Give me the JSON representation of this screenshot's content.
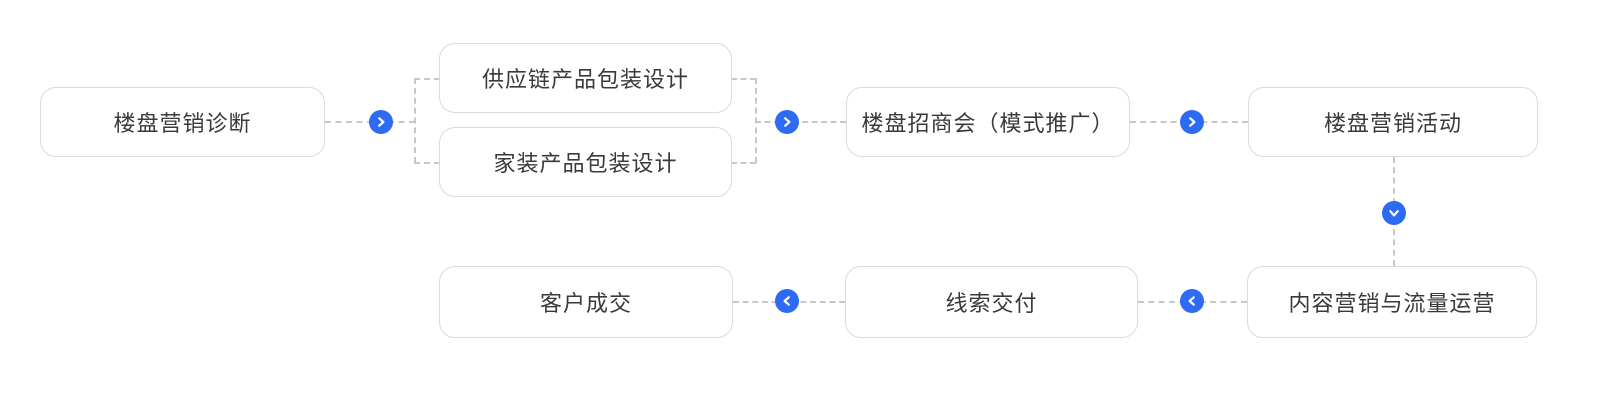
{
  "diagram": {
    "type": "process-flow",
    "nodes": {
      "property_marketing_diagnosis": {
        "label": "楼盘营销诊断"
      },
      "supply_chain_product_packaging_design": {
        "label": "供应链产品包装设计"
      },
      "home_furnishing_product_packaging_design": {
        "label": "家装产品包装设计"
      },
      "property_investment_conference": {
        "label": "楼盘招商会（模式推广）"
      },
      "property_marketing_activity": {
        "label": "楼盘营销活动"
      },
      "content_marketing_and_traffic_operation": {
        "label": "内容营销与流量运营"
      },
      "lead_delivery": {
        "label": "线索交付"
      },
      "customer_deal": {
        "label": "客户成交"
      }
    },
    "edges": [
      {
        "from": "property_marketing_diagnosis",
        "to": [
          "supply_chain_product_packaging_design",
          "home_furnishing_product_packaging_design"
        ],
        "direction": "right"
      },
      {
        "from": [
          "supply_chain_product_packaging_design",
          "home_furnishing_product_packaging_design"
        ],
        "to": "property_investment_conference",
        "direction": "right"
      },
      {
        "from": "property_investment_conference",
        "to": "property_marketing_activity",
        "direction": "right"
      },
      {
        "from": "property_marketing_activity",
        "to": "content_marketing_and_traffic_operation",
        "direction": "down"
      },
      {
        "from": "content_marketing_and_traffic_operation",
        "to": "lead_delivery",
        "direction": "left"
      },
      {
        "from": "lead_delivery",
        "to": "customer_deal",
        "direction": "left"
      }
    ],
    "icons": {
      "arrow_right": "chevron-right-icon",
      "arrow_down": "chevron-down-icon",
      "arrow_left": "chevron-left-icon"
    },
    "colors": {
      "accent_blue": "#2c6bf2",
      "node_border": "#dadada",
      "connector_dash": "#c7c7c7",
      "text": "#3a3a3a",
      "background": "#ffffff"
    }
  }
}
